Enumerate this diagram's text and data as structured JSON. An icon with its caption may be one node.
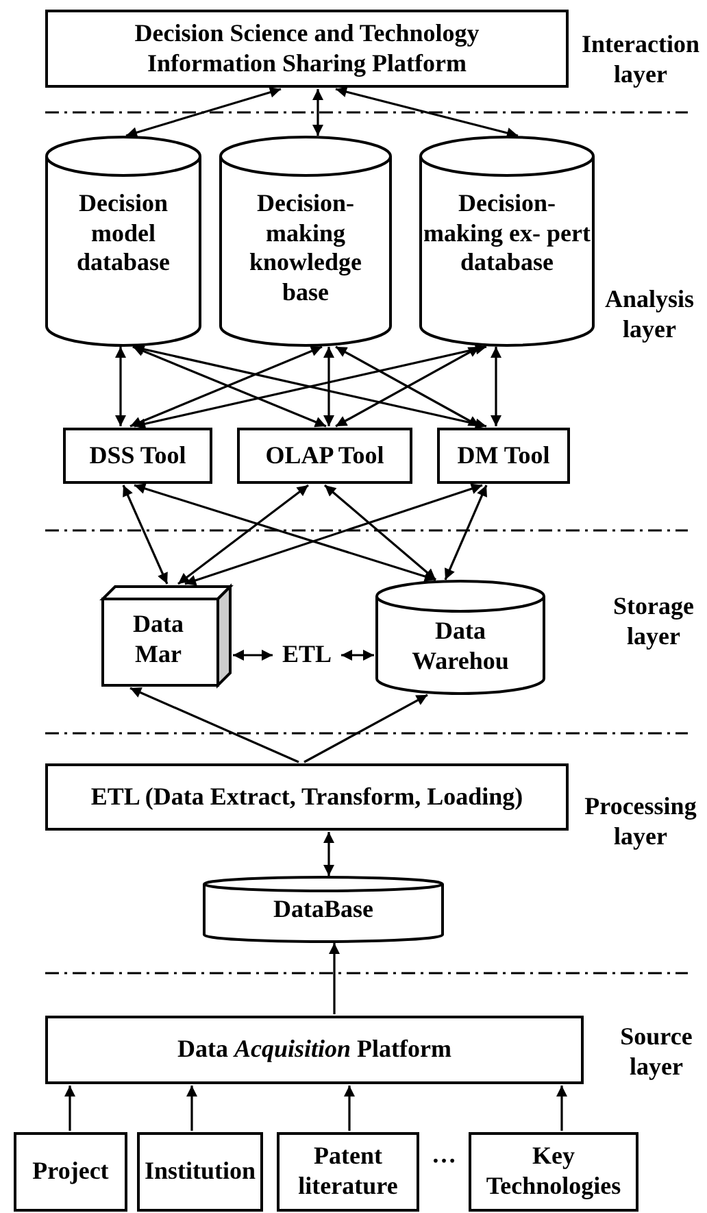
{
  "diagram": {
    "nodes": [
      {
        "text": [
          "Decision Science and Technology Information Sharing Platform"
        ]
      },
      {
        "text": [
          "Decision model database"
        ]
      },
      {
        "text": [
          "Decision- making knowledge base"
        ]
      },
      {
        "text": [
          "Decision- making ex- pert database"
        ]
      },
      {
        "text": [
          "DSS Tool"
        ]
      },
      {
        "text": [
          "OLAP Tool"
        ]
      },
      {
        "text": [
          "DM Tool"
        ]
      },
      {
        "text": [
          "Data Mar"
        ]
      },
      {
        "text": [
          "ETL"
        ]
      },
      {
        "text": [
          "Data Warehou"
        ]
      },
      {
        "text": [
          "ETL (Data Extract, Transform, Loading)"
        ]
      },
      {
        "text": [
          "DataBase"
        ]
      },
      {
        "text": [
          "Data *Acquisition* Platform"
        ]
      },
      {
        "text": [
          "Project"
        ]
      },
      {
        "text": [
          "Institution"
        ]
      },
      {
        "text": [
          "Patent literature"
        ]
      },
      {
        "text": [
          "Key Technologies"
        ]
      }
    ],
    "edges": [
      {
        "from": 0,
        "to": 1,
        "arrow": "both"
      },
      {
        "from": 0,
        "to": 2,
        "arrow": "both"
      },
      {
        "from": 0,
        "to": 3,
        "arrow": "both"
      },
      {
        "from": 1,
        "to": 4,
        "arrow": "both"
      },
      {
        "from": 1,
        "to": 5,
        "arrow": "both"
      },
      {
        "from": 1,
        "to": 6,
        "arrow": "both"
      },
      {
        "from": 2,
        "to": 4,
        "arrow": "both"
      },
      {
        "from": 2,
        "to": 5,
        "arrow": "both"
      },
      {
        "from": 2,
        "to": 6,
        "arrow": "both"
      },
      {
        "from": 3,
        "to": 4,
        "arrow": "both"
      },
      {
        "from": 3,
        "to": 5,
        "arrow": "both"
      },
      {
        "from": 3,
        "to": 6,
        "arrow": "both"
      },
      {
        "from": 4,
        "to": 7,
        "arrow": "both"
      },
      {
        "from": 4,
        "to": 9,
        "arrow": "both"
      },
      {
        "from": 5,
        "to": 7,
        "arrow": "both"
      },
      {
        "from": 5,
        "to": 9,
        "arrow": "both"
      },
      {
        "from": 6,
        "to": 7,
        "arrow": "both"
      },
      {
        "from": 6,
        "to": 9,
        "arrow": "both"
      },
      {
        "from": 7,
        "to": 8,
        "arrow": "both"
      },
      {
        "from": 8,
        "to": 9,
        "arrow": "both"
      },
      {
        "from": 10,
        "to": 7,
        "arrow": "to"
      },
      {
        "from": 10,
        "to": 9,
        "arrow": "to"
      },
      {
        "from": 10,
        "to": 11,
        "arrow": "both"
      },
      {
        "from": 12,
        "to": 11,
        "arrow": "to"
      },
      {
        "from": 13,
        "to": 12,
        "arrow": "to"
      },
      {
        "from": 14,
        "to": 12,
        "arrow": "to"
      },
      {
        "from": 15,
        "to": 12,
        "arrow": "to"
      },
      {
        "from": 16,
        "to": 12,
        "arrow": "to"
      }
    ],
    "labels": [
      "Interaction layer",
      "Analysis layer",
      "Storage layer",
      "Processing layer",
      "Source layer",
      "…"
    ]
  }
}
